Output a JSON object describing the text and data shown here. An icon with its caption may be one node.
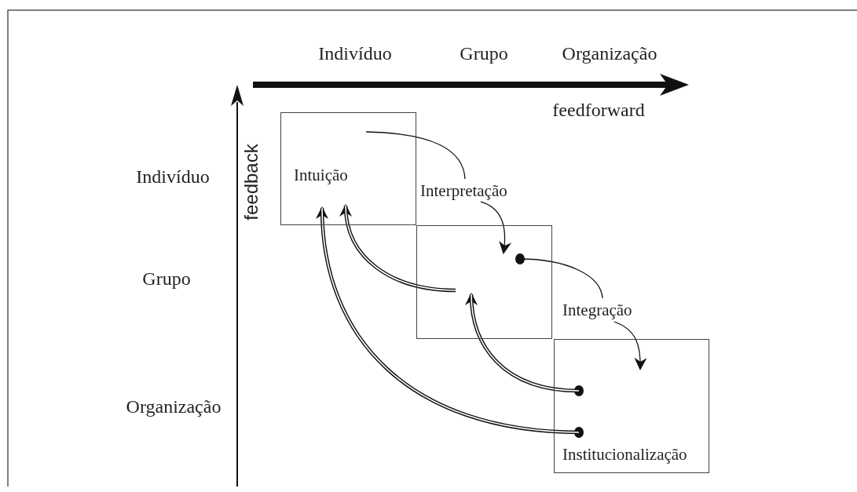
{
  "diagram": {
    "nodes": [
      {
        "text": [
          "Intuição"
        ]
      },
      {
        "text": [],
        "shape": "box"
      },
      {
        "text": [
          "Institucionalização"
        ]
      },
      {
        "text": [
          "Interpretação"
        ]
      },
      {
        "text": [
          "Integração"
        ]
      }
    ],
    "edges": [
      {
        "from": 0,
        "to": 3,
        "arrow": "none"
      },
      {
        "from": 3,
        "to": 1,
        "arrow": "to"
      },
      {
        "from": 1,
        "to": 4,
        "arrow": "other"
      },
      {
        "from": 4,
        "to": 2,
        "arrow": "to"
      },
      {
        "from": 1,
        "to": 0,
        "arrow": "to",
        "style": "thick"
      },
      {
        "from": 2,
        "to": 1,
        "arrow": "to",
        "style": "thick"
      },
      {
        "from": 2,
        "to": 0,
        "arrow": "to",
        "style": "thick"
      }
    ],
    "labels": [
      "Indivíduo",
      "Grupo",
      "Organização",
      "feedforward",
      "Indivíduo",
      "feedback",
      "Grupo",
      "Organização"
    ]
  }
}
